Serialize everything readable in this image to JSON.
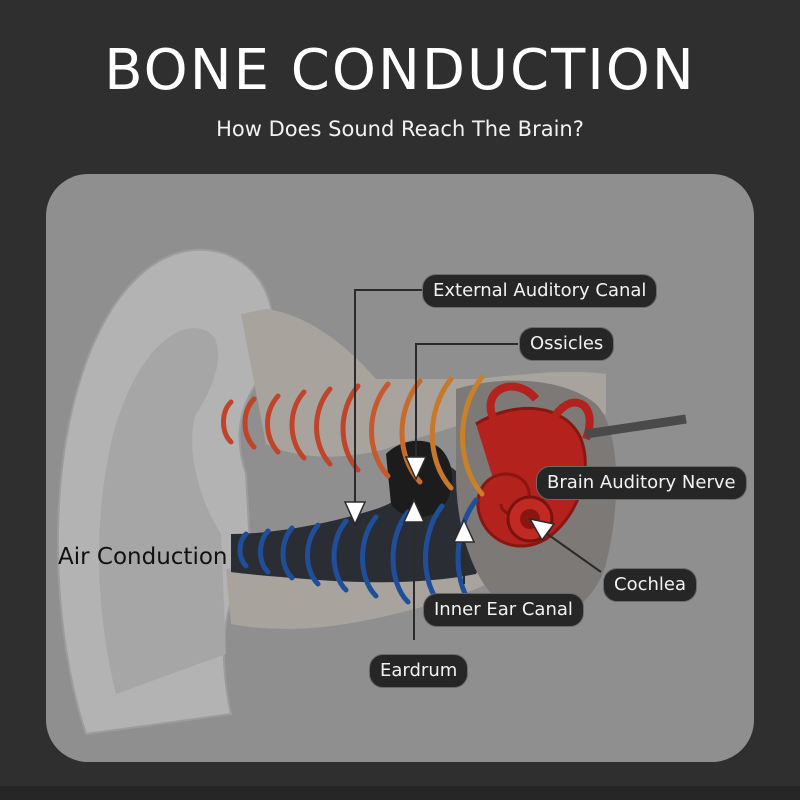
{
  "header": {
    "title": "BONE CONDUCTION",
    "subtitle": "How Does Sound Reach The Brain?"
  },
  "labels": {
    "external_canal": "External Auditory Canal",
    "ossicles": "Ossicles",
    "brain_nerve": "Brain Auditory Nerve",
    "cochlea": "Cochlea",
    "inner_ear_canal": "Inner Ear Canal",
    "eardrum": "Eardrum",
    "air_conduction": "Air Conduction"
  },
  "colors": {
    "background": "#2f2f2f",
    "panel": "#8f8f8f",
    "bone_wave": "#c0442a",
    "air_wave": "#1f4f9a",
    "cochlea": "#b3221c",
    "callout_bg": "#262626"
  }
}
